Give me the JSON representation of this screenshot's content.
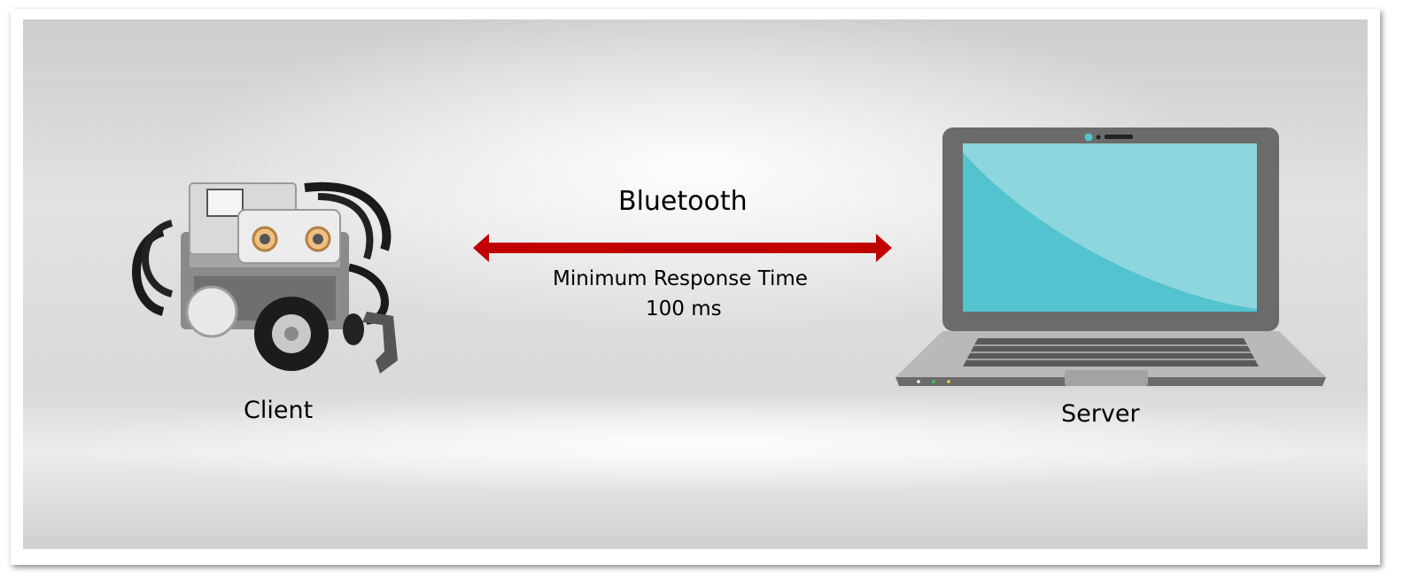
{
  "link": {
    "protocol": "Bluetooth",
    "metric_label": "Minimum Response Time",
    "metric_value": "100 ms",
    "arrow_color": "#c00000",
    "direction": "bidirectional"
  },
  "nodes": {
    "client": {
      "label": "Client",
      "icon": "robot-image"
    },
    "server": {
      "label": "Server",
      "icon": "laptop-icon"
    }
  },
  "colors": {
    "screen": "#52c3cf",
    "screen_highlight": "#8ed6dd",
    "laptop_body": "#6b6b6b",
    "laptop_base": "#b9b9b9"
  }
}
